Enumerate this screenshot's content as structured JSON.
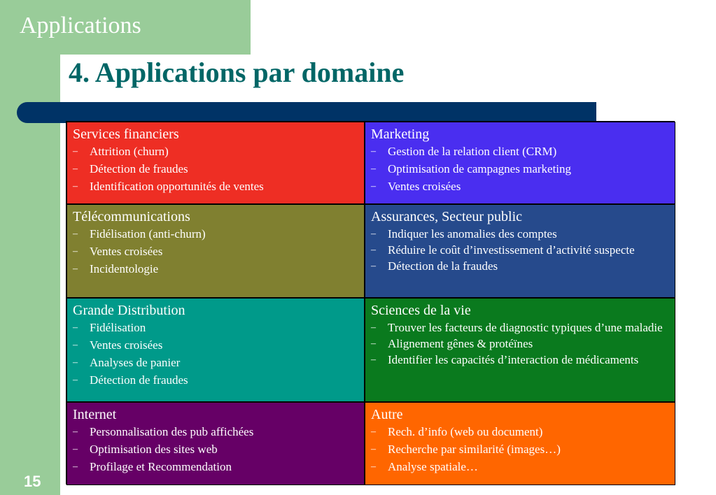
{
  "header": {
    "section": "Applications",
    "title": "4. Applications par domaine",
    "slide_number": "15"
  },
  "colors": {
    "sidebar": "#99cc99",
    "title_text": "#006666",
    "title_bar": "#003366"
  },
  "domains": [
    {
      "title": "Services financiers",
      "color": "#ee2e24",
      "items": [
        "Attrition (churn)",
        "Détection de fraudes",
        "Identification opportunités de ventes"
      ]
    },
    {
      "title": "Marketing",
      "color": "#4a2ef0",
      "items": [
        "Gestion de la relation client (CRM)",
        "Optimisation de campagnes marketing",
        "Ventes croisées"
      ]
    },
    {
      "title": "Télécommunications",
      "color": "#808030",
      "items": [
        "Fidélisation (anti-churn)",
        "Ventes croisées",
        "Incidentologie"
      ]
    },
    {
      "title": "Assurances, Secteur public",
      "color": "#264a8c",
      "items": [
        "Indiquer les anomalies des comptes",
        "Réduire le coût d’investissement d’activité suspecte",
        "Détection de la fraudes"
      ]
    },
    {
      "title": "Grande Distribution",
      "color": "#009a8a",
      "items": [
        "Fidélisation",
        "Ventes croisées",
        "Analyses de panier",
        "Détection de fraudes"
      ]
    },
    {
      "title": "Sciences de la vie",
      "color": "#0a7a1e",
      "items": [
        "Trouver les facteurs de diagnostic typiques d’une maladie",
        "Alignement gênes & protéïnes",
        "Identifier les capacités d’interaction de médicaments"
      ]
    },
    {
      "title": "Internet",
      "color": "#660066",
      "items": [
        "Personnalisation des pub affichées",
        "Optimisation des sites web",
        "Profilage et Recommendation"
      ]
    },
    {
      "title": "Autre",
      "color": "#ff6600",
      "items": [
        "Rech. d’info (web ou document)",
        "Recherche par similarité (images…)",
        "Analyse spatiale…"
      ]
    }
  ]
}
